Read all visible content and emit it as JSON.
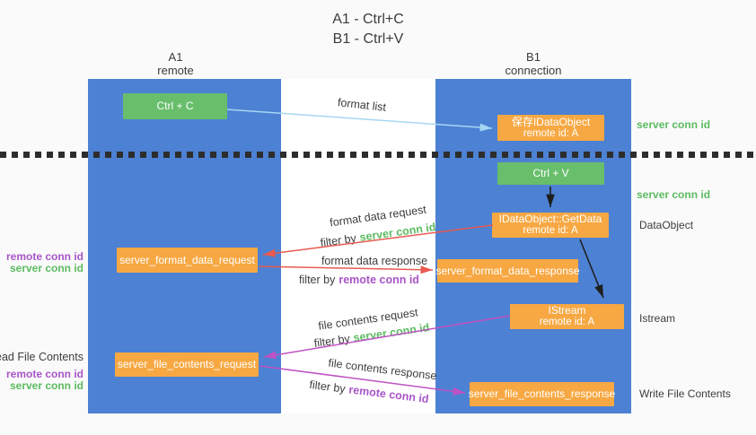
{
  "title": {
    "line1": "A1 - Ctrl+C",
    "line2": "B1 - Ctrl+V"
  },
  "columns": {
    "left": {
      "id": "A1",
      "role": "remote"
    },
    "right": {
      "id": "B1",
      "role": "connection"
    }
  },
  "nodes": {
    "ctrl_c": {
      "label": "Ctrl + C"
    },
    "save_idataobject": {
      "line1": "保存IDataObject",
      "line2": "remote id: A"
    },
    "ctrl_v": {
      "label": "Ctrl + V"
    },
    "getdata": {
      "line1": "IDataObject::GetData",
      "line2": "remote id: A"
    },
    "format_request": {
      "label": "server_format_data_request"
    },
    "format_response": {
      "label": "server_format_data_response"
    },
    "istream": {
      "line1": "IStream",
      "line2": "remote id: A"
    },
    "file_request": {
      "label": "server_file_contents_request"
    },
    "file_response": {
      "label": "server_file_contents_response"
    }
  },
  "left_labels": {
    "remote_conn_id_1": "remote conn id",
    "server_conn_id_1": "server conn id",
    "read_file_contents": "Read File Contents",
    "remote_conn_id_2": "remote conn id",
    "server_conn_id_2": "server conn id"
  },
  "right_labels": {
    "server_conn_id_1": "server conn id",
    "server_conn_id_2": "server conn id",
    "dataobject": "DataObject",
    "istream": "Istream",
    "write_file_contents": "Write File Contents"
  },
  "flow_labels": {
    "format_list": "format list",
    "format_data_request": "format data request",
    "filter_by_server_1": {
      "prefix": "filter by",
      "key": "server conn id"
    },
    "format_data_response": "format data response",
    "filter_by_remote_1": {
      "prefix": "filter by",
      "key": "remote conn id"
    },
    "file_contents_request": "file contents request",
    "filter_by_server_2": {
      "prefix": "filter by",
      "key": "server conn id"
    },
    "file_contents_response": "file contents response",
    "filter_by_remote_2": {
      "prefix": "filter by",
      "key": "remote conn id"
    }
  },
  "colors": {
    "column_blue": "#4d81d3",
    "node_green": "#68be6b",
    "node_orange": "#f7a843",
    "green_text": "#5cbb61",
    "purple_text": "#a855c8",
    "arrow_lightblue": "#a5d7f2",
    "arrow_red": "#e85a50",
    "arrow_magenta": "#bf52c4",
    "arrow_black": "#1f1f1f"
  }
}
